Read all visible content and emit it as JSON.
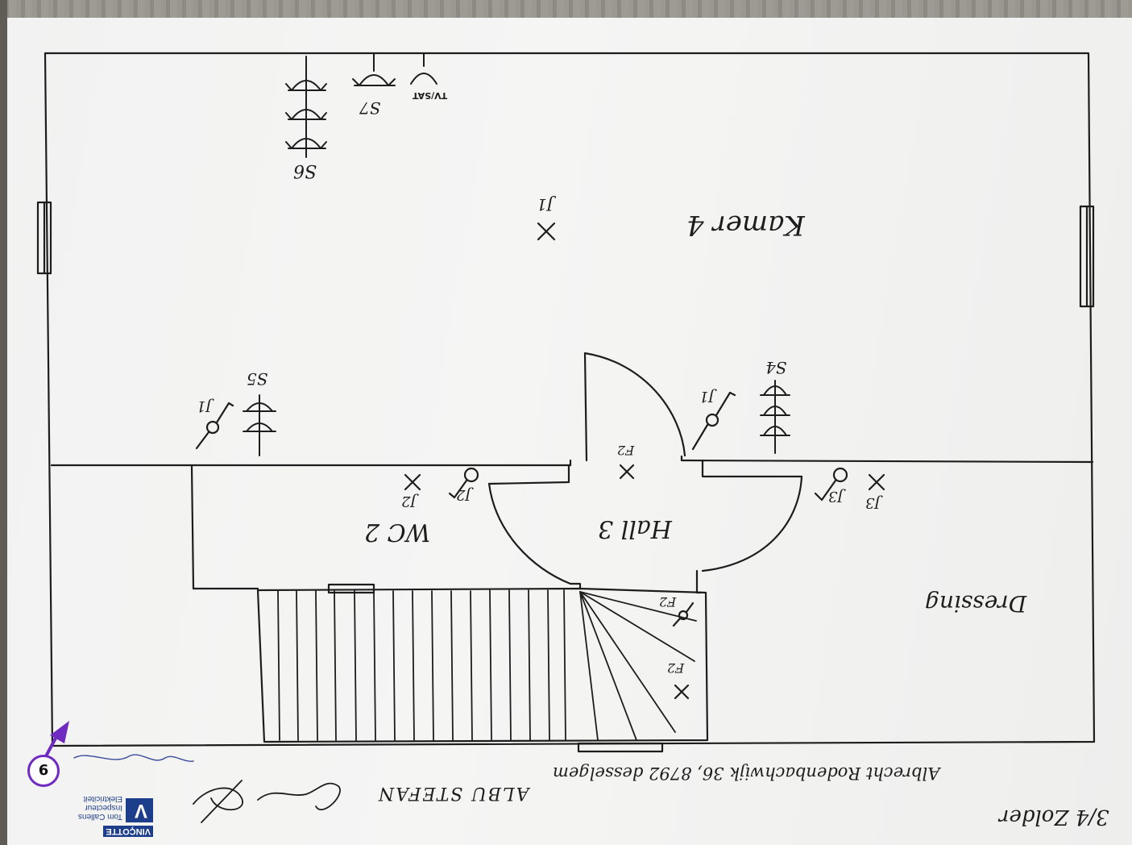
{
  "rooms": {
    "kamer": "Kamer 4",
    "hall": "Hall 3",
    "wc": "WC 2",
    "dressing": "Dressing"
  },
  "symbols": {
    "s6": "S6",
    "s7": "S7",
    "tvsat": "TV/SAT",
    "s5": "S5",
    "s4": "S4",
    "j1_light": "J1",
    "j1_switch_left": "J1",
    "j1_switch_right": "J1",
    "j2_light": "J2",
    "j2_switch": "J2",
    "j3_light": "J3",
    "j3_switch": "J3",
    "f2_hall": "F2",
    "f2_switch": "F2",
    "f2_stairs": "F2"
  },
  "footer": {
    "floor": "3/4 Zolder",
    "address": "Albrecht Rodenbachwijk 36, 8792 desselgem",
    "owner": "ALBU STEFAN"
  },
  "stamp": {
    "brand": "VINÇOTTE",
    "line1": "Tom Callens",
    "line2": "Inspecteur",
    "line3": "Elektriciteit"
  },
  "badge": {
    "number": "6"
  },
  "colors": {
    "ink": "#1d1d1d",
    "stamp_blue": "#1d3e8a",
    "badge_purple": "#6f2bc0"
  }
}
